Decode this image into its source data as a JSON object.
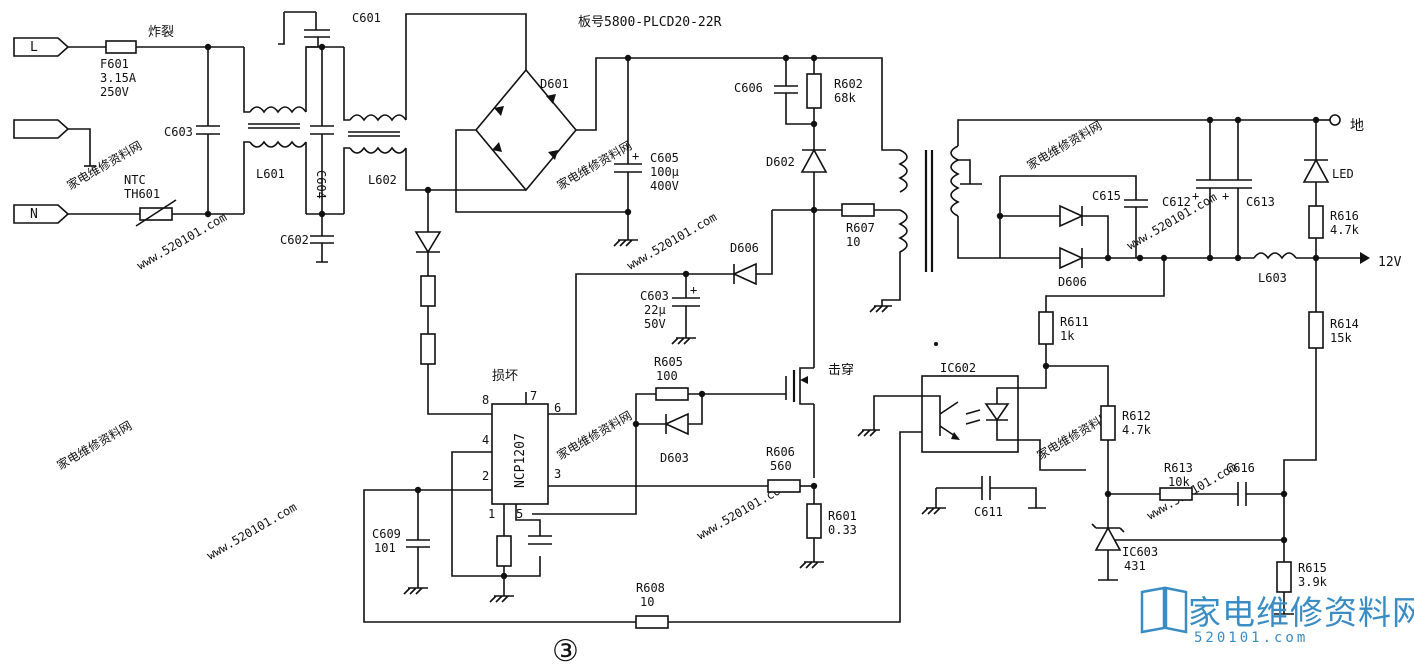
{
  "title": "板号5800-PLCD20-22R",
  "figure_number": "③",
  "watermark": {
    "text_cn": "家电维修资料网",
    "text_url": "www.520101.com"
  },
  "brand": {
    "name": "家电维修资料网",
    "url": "520101.com",
    "color": "#3a8cc4"
  },
  "terminals": {
    "live": "L",
    "neutral": "N",
    "ground": "地",
    "output": "12V"
  },
  "components": {
    "f601": {
      "ref": "F601",
      "value1": "3.15A",
      "value2": "250V",
      "note": "炸裂"
    },
    "th601": {
      "ref": "NTC",
      "value1": "TH601"
    },
    "c601": {
      "ref": "C601"
    },
    "c602": {
      "ref": "C602"
    },
    "c603_x": {
      "ref": "C603"
    },
    "c604": {
      "ref": "C604"
    },
    "l601": {
      "ref": "L601"
    },
    "l602": {
      "ref": "L602"
    },
    "d601": {
      "ref": "D601"
    },
    "c605": {
      "ref": "C605",
      "value1": "100μ",
      "value2": "400V"
    },
    "c606": {
      "ref": "C606"
    },
    "r602": {
      "ref": "R602",
      "value1": "68k"
    },
    "d602": {
      "ref": "D602"
    },
    "r607": {
      "ref": "R607",
      "value1": "10"
    },
    "d606_aux": {
      "ref": "D606"
    },
    "c603_vcc": {
      "ref": "C603",
      "value1": "22μ",
      "value2": "50V"
    },
    "r605": {
      "ref": "R605",
      "value1": "100"
    },
    "d603": {
      "ref": "D603"
    },
    "q_mosfet": {
      "note": "击穿"
    },
    "r606": {
      "ref": "R606",
      "value1": "560"
    },
    "r601": {
      "ref": "R601",
      "value1": "0.33"
    },
    "ic601": {
      "ref": "NCP1207",
      "note": "损坏",
      "pins": [
        "1",
        "2",
        "3",
        "4",
        "5",
        "6",
        "7",
        "8"
      ]
    },
    "c609": {
      "ref": "C609",
      "value1": "101"
    },
    "r608": {
      "ref": "R608",
      "value1": "10"
    },
    "ic602": {
      "ref": "IC602"
    },
    "c611": {
      "ref": "C611"
    },
    "c615": {
      "ref": "C615"
    },
    "c612": {
      "ref": "C612"
    },
    "c613": {
      "ref": "C613"
    },
    "d606_out": {
      "ref": "D606"
    },
    "led": {
      "ref": "LED"
    },
    "r616": {
      "ref": "R616",
      "value1": "4.7k"
    },
    "l603": {
      "ref": "L603"
    },
    "r611": {
      "ref": "R611",
      "value1": "1k"
    },
    "r614": {
      "ref": "R614",
      "value1": "15k"
    },
    "r612": {
      "ref": "R612",
      "value1": "4.7k"
    },
    "r613": {
      "ref": "R613",
      "value1": "10k"
    },
    "c616": {
      "ref": "C616"
    },
    "ic603": {
      "ref": "IC603",
      "value1": "431"
    },
    "r615": {
      "ref": "R615",
      "value1": "3.9k"
    }
  }
}
